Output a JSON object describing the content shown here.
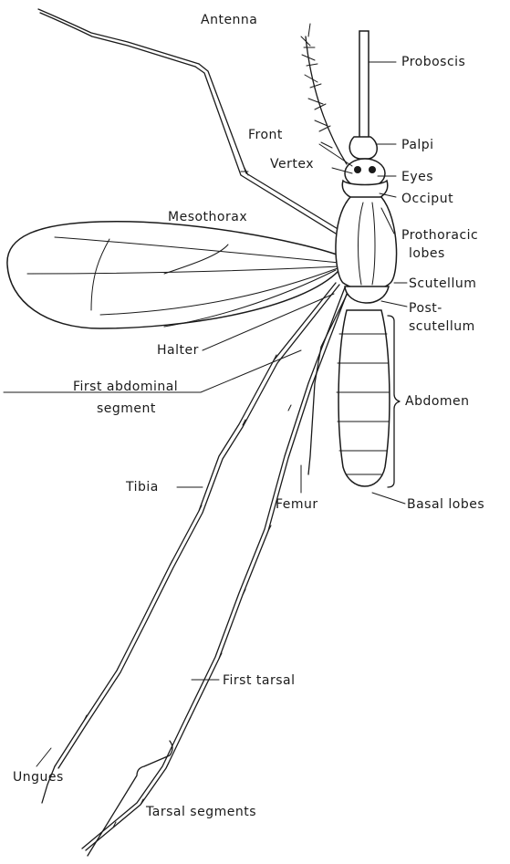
{
  "labels": {
    "antenna": "Antenna",
    "proboscis": "Proboscis",
    "front": "Front",
    "palpi": "Palpi",
    "vertex": "Vertex",
    "eyes": "Eyes",
    "occiput": "Occiput",
    "mesothorax": "Mesothorax",
    "prothoracic_1": "Prothoracic",
    "prothoracic_2": "lobes",
    "scutellum": "Scutellum",
    "postscutellum_1": "Post-",
    "postscutellum_2": "scutellum",
    "halter": "Halter",
    "first_abdominal_1": "First abdominal",
    "first_abdominal_2": "segment",
    "abdomen": "Abdomen",
    "tibia": "Tibia",
    "femur": "Femur",
    "basal_lobes": "Basal lobes",
    "first_tarsal": "First tarsal",
    "ungues": "Ungues",
    "tarsal_segments": "Tarsal segments"
  }
}
